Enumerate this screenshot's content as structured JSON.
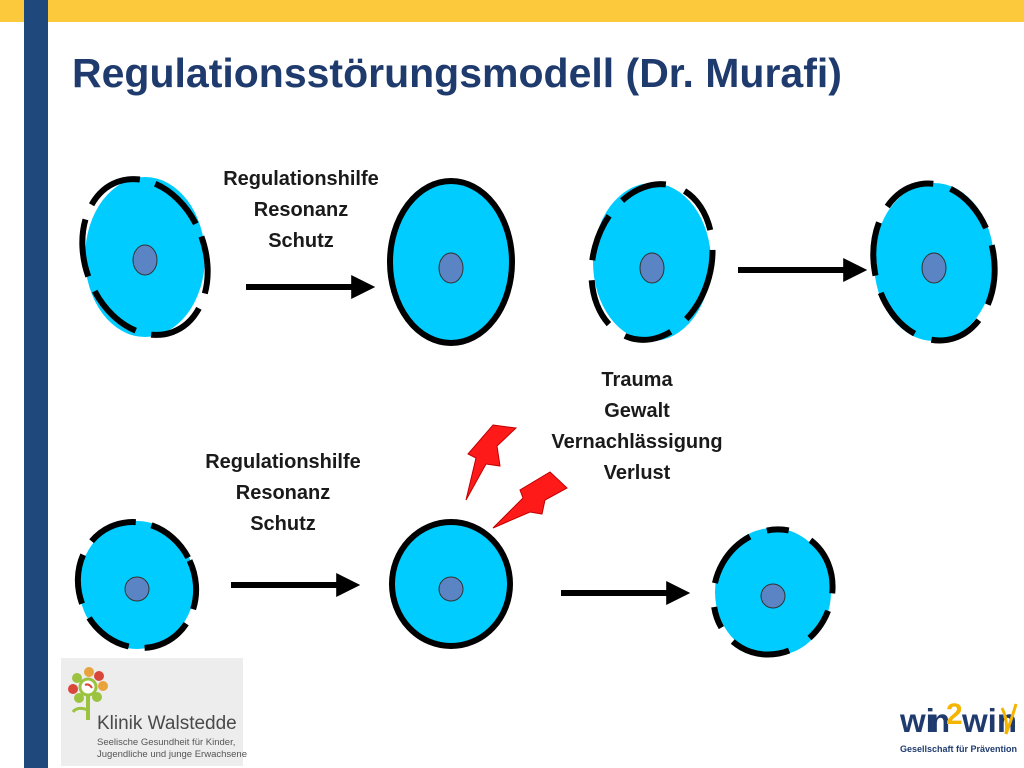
{
  "title": "Regulationsstörungsmodell (Dr. Murafi)",
  "labels": {
    "top_left": [
      "Regulationshilfe",
      "Resonanz",
      "Schutz"
    ],
    "bottom_left": [
      "Regulationshilfe",
      "Resonanz",
      "Schutz"
    ],
    "stressors": [
      "Trauma",
      "Gewalt",
      "Vernachlässigung",
      "Verlust"
    ]
  },
  "colors": {
    "top_bar": "#fcc93d",
    "side_bar": "#1f497d",
    "title": "#1f3b6e",
    "cell_fill": "#00ccff",
    "nucleus_fill": "#5b84c4",
    "outline": "#000000",
    "lightning": "#ff0000"
  },
  "cells": [
    {
      "id": "top-cell-1",
      "state": "dashed boundary"
    },
    {
      "id": "top-cell-2",
      "state": "solid boundary"
    },
    {
      "id": "top-cell-3",
      "state": "dashed boundary"
    },
    {
      "id": "top-cell-4",
      "state": "dashed boundary"
    },
    {
      "id": "bottom-cell-1",
      "state": "dashed boundary"
    },
    {
      "id": "bottom-cell-2",
      "state": "solid boundary"
    },
    {
      "id": "bottom-cell-3",
      "state": "dashed boundary"
    }
  ],
  "logos": {
    "klinik": {
      "name": "Klinik Walstedde",
      "subtitle": [
        "Seelische Gesundheit für Kinder,",
        "Jugendliche und junge Erwachsene"
      ]
    },
    "win2win": {
      "wordmark": "win2win",
      "tagline": "Gesellschaft für Prävention"
    }
  }
}
